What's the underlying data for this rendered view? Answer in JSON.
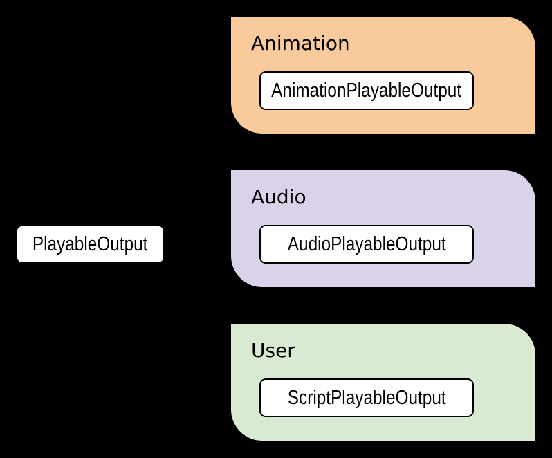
{
  "canvas": {
    "background_color": "#000000"
  },
  "root_node": {
    "label": "PlayableOutput"
  },
  "groups": [
    {
      "title": "Animation",
      "color": "#F9CB9C",
      "child": {
        "label": "AnimationPlayableOutput"
      }
    },
    {
      "title": "Audio",
      "color": "#D9D2E9",
      "child": {
        "label": "AudioPlayableOutput"
      }
    },
    {
      "title": "User",
      "color": "#D9EAD3",
      "child": {
        "label": "ScriptPlayableOutput"
      }
    }
  ],
  "connectors": {
    "color": "#000000",
    "style": "orthogonal-elbow"
  },
  "node_style": {
    "fill": "#FFFFFF",
    "border": "#000000",
    "text_color": "#000000"
  }
}
